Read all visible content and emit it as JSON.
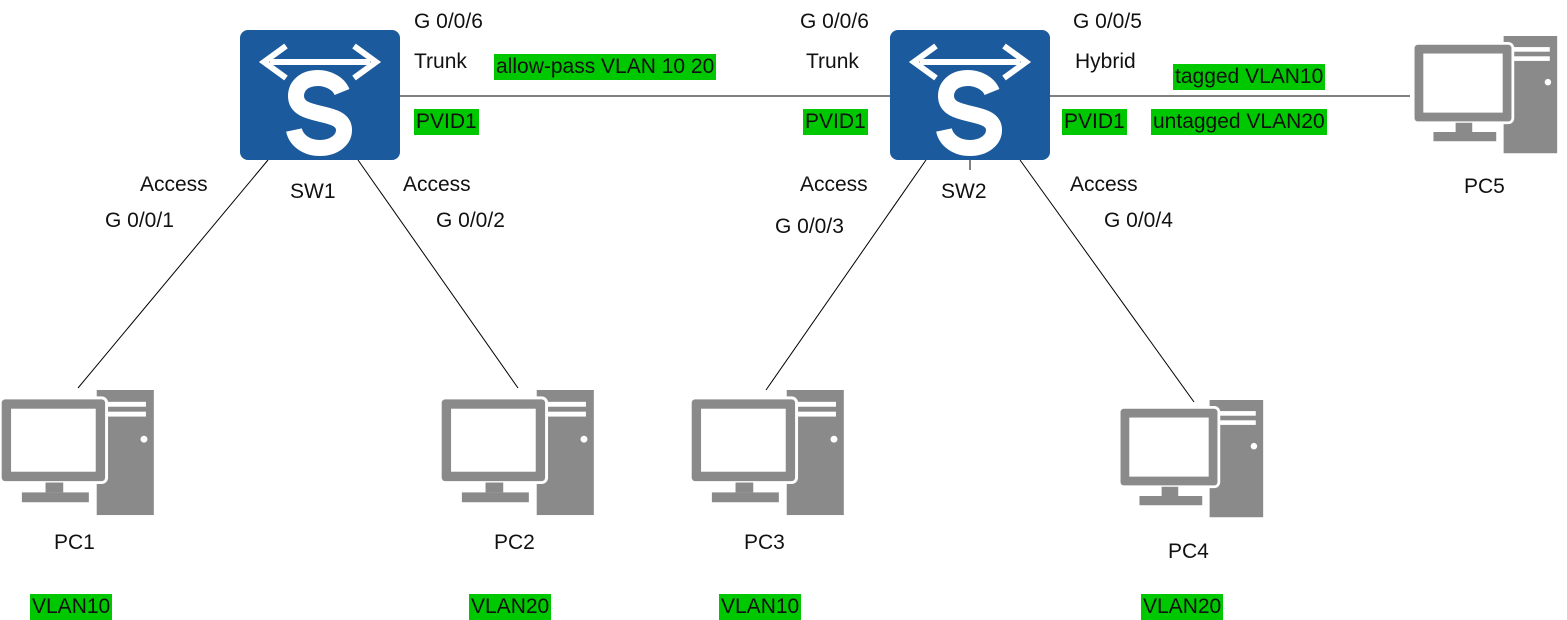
{
  "colors": {
    "switch": "#1b5a9c",
    "pc": "#8a8a8a",
    "highlight": "#00c800",
    "line": "#000000"
  },
  "icons": {
    "switch": "switch-icon",
    "pc": "pc-icon"
  },
  "switches": {
    "sw1": "SW1",
    "sw2": "SW2"
  },
  "pcs": {
    "pc1": {
      "name": "PC1",
      "vlan": "VLAN10"
    },
    "pc2": {
      "name": "PC2",
      "vlan": "VLAN20"
    },
    "pc3": {
      "name": "PC3",
      "vlan": "VLAN10"
    },
    "pc4": {
      "name": "PC4",
      "vlan": "VLAN20"
    },
    "pc5": {
      "name": "PC5"
    }
  },
  "ports": {
    "sw1_g006": {
      "port": "G 0/0/6",
      "mode": "Trunk",
      "pvid": "PVID1"
    },
    "sw2_g006": {
      "port": "G 0/0/6",
      "mode": "Trunk",
      "pvid": "PVID1"
    },
    "sw2_g005": {
      "port": "G 0/0/5",
      "mode": "Hybrid",
      "pvid": "PVID1",
      "tagged": "tagged VLAN10",
      "untagged": "untagged VLAN20"
    },
    "sw1_g001": {
      "port": "G 0/0/1",
      "mode": "Access"
    },
    "sw1_g002": {
      "port": "G 0/0/2",
      "mode": "Access"
    },
    "sw2_g003": {
      "port": "G 0/0/3",
      "mode": "Access"
    },
    "sw2_g004": {
      "port": "G 0/0/4",
      "mode": "Access"
    }
  },
  "trunk_link": {
    "allow_pass": "allow-pass VLAN 10 20"
  }
}
